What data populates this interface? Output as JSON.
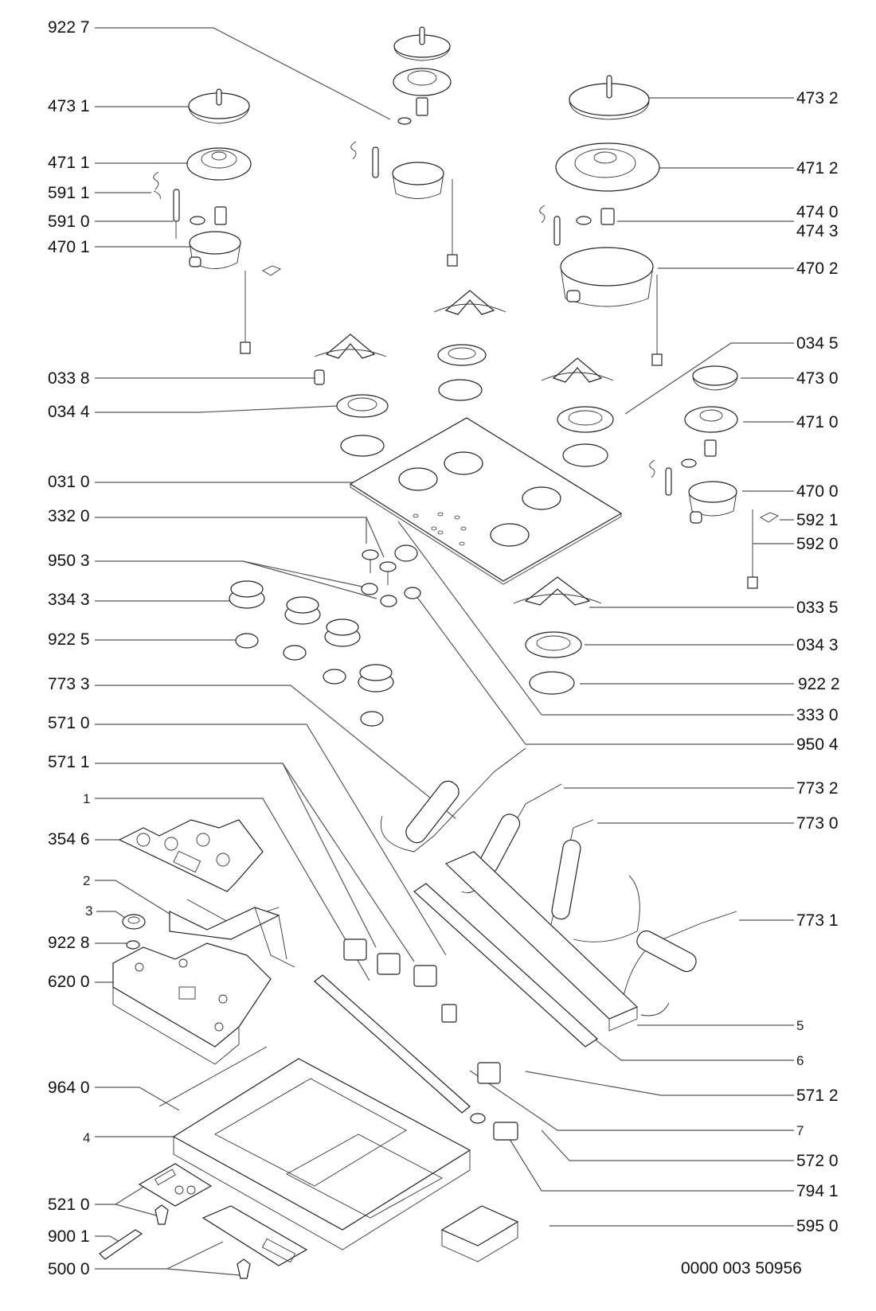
{
  "diagram": {
    "type": "exploded-parts-diagram",
    "subject": "gas hob with glass top",
    "document_id": "0000 003 50956",
    "left_labels": [
      {
        "id": "l-9227",
        "text": "922 7"
      },
      {
        "id": "l-4731",
        "text": "473 1"
      },
      {
        "id": "l-4711",
        "text": "471 1"
      },
      {
        "id": "l-5911",
        "text": "591 1"
      },
      {
        "id": "l-5910",
        "text": "591 0"
      },
      {
        "id": "l-4701",
        "text": "470 1"
      },
      {
        "id": "l-0338",
        "text": "033 8"
      },
      {
        "id": "l-0344",
        "text": "034 4"
      },
      {
        "id": "l-0310",
        "text": "031 0"
      },
      {
        "id": "l-3320",
        "text": "332 0"
      },
      {
        "id": "l-9503",
        "text": "950 3"
      },
      {
        "id": "l-3343",
        "text": "334 3"
      },
      {
        "id": "l-9225",
        "text": "922 5"
      },
      {
        "id": "l-7733",
        "text": "773 3"
      },
      {
        "id": "l-5710",
        "text": "571 0"
      },
      {
        "id": "l-5711",
        "text": "571 1"
      },
      {
        "id": "l-1",
        "text": "1"
      },
      {
        "id": "l-3546",
        "text": "354 6"
      },
      {
        "id": "l-2",
        "text": "2"
      },
      {
        "id": "l-3",
        "text": "3"
      },
      {
        "id": "l-9228",
        "text": "922 8"
      },
      {
        "id": "l-6200",
        "text": "620 0"
      },
      {
        "id": "l-9640",
        "text": "964 0"
      },
      {
        "id": "l-4",
        "text": "4"
      },
      {
        "id": "l-5210",
        "text": "521 0"
      },
      {
        "id": "l-9001",
        "text": "900 1"
      },
      {
        "id": "l-5000",
        "text": "500 0"
      }
    ],
    "right_labels": [
      {
        "id": "r-4732",
        "text": "473 2"
      },
      {
        "id": "r-4712",
        "text": "471 2"
      },
      {
        "id": "r-4740",
        "text": "474 0"
      },
      {
        "id": "r-4743",
        "text": "474 3"
      },
      {
        "id": "r-4702",
        "text": "470 2"
      },
      {
        "id": "r-0345",
        "text": "034 5"
      },
      {
        "id": "r-4730",
        "text": "473 0"
      },
      {
        "id": "r-4710",
        "text": "471 0"
      },
      {
        "id": "r-4700",
        "text": "470 0"
      },
      {
        "id": "r-5921",
        "text": "592 1"
      },
      {
        "id": "r-5920",
        "text": "592 0"
      },
      {
        "id": "r-0335",
        "text": "033 5"
      },
      {
        "id": "r-0343",
        "text": "034 3"
      },
      {
        "id": "r-9222",
        "text": "922 2"
      },
      {
        "id": "r-3330",
        "text": "333 0"
      },
      {
        "id": "r-9504",
        "text": "950 4"
      },
      {
        "id": "r-7732",
        "text": "773 2"
      },
      {
        "id": "r-7730",
        "text": "773 0"
      },
      {
        "id": "r-7731",
        "text": "773 1"
      },
      {
        "id": "r-5",
        "text": "5"
      },
      {
        "id": "r-6",
        "text": "6"
      },
      {
        "id": "r-5712",
        "text": "571 2"
      },
      {
        "id": "r-7",
        "text": "7"
      },
      {
        "id": "r-5720",
        "text": "572 0"
      },
      {
        "id": "r-7941",
        "text": "794 1"
      },
      {
        "id": "r-5950",
        "text": "595 0"
      }
    ]
  }
}
